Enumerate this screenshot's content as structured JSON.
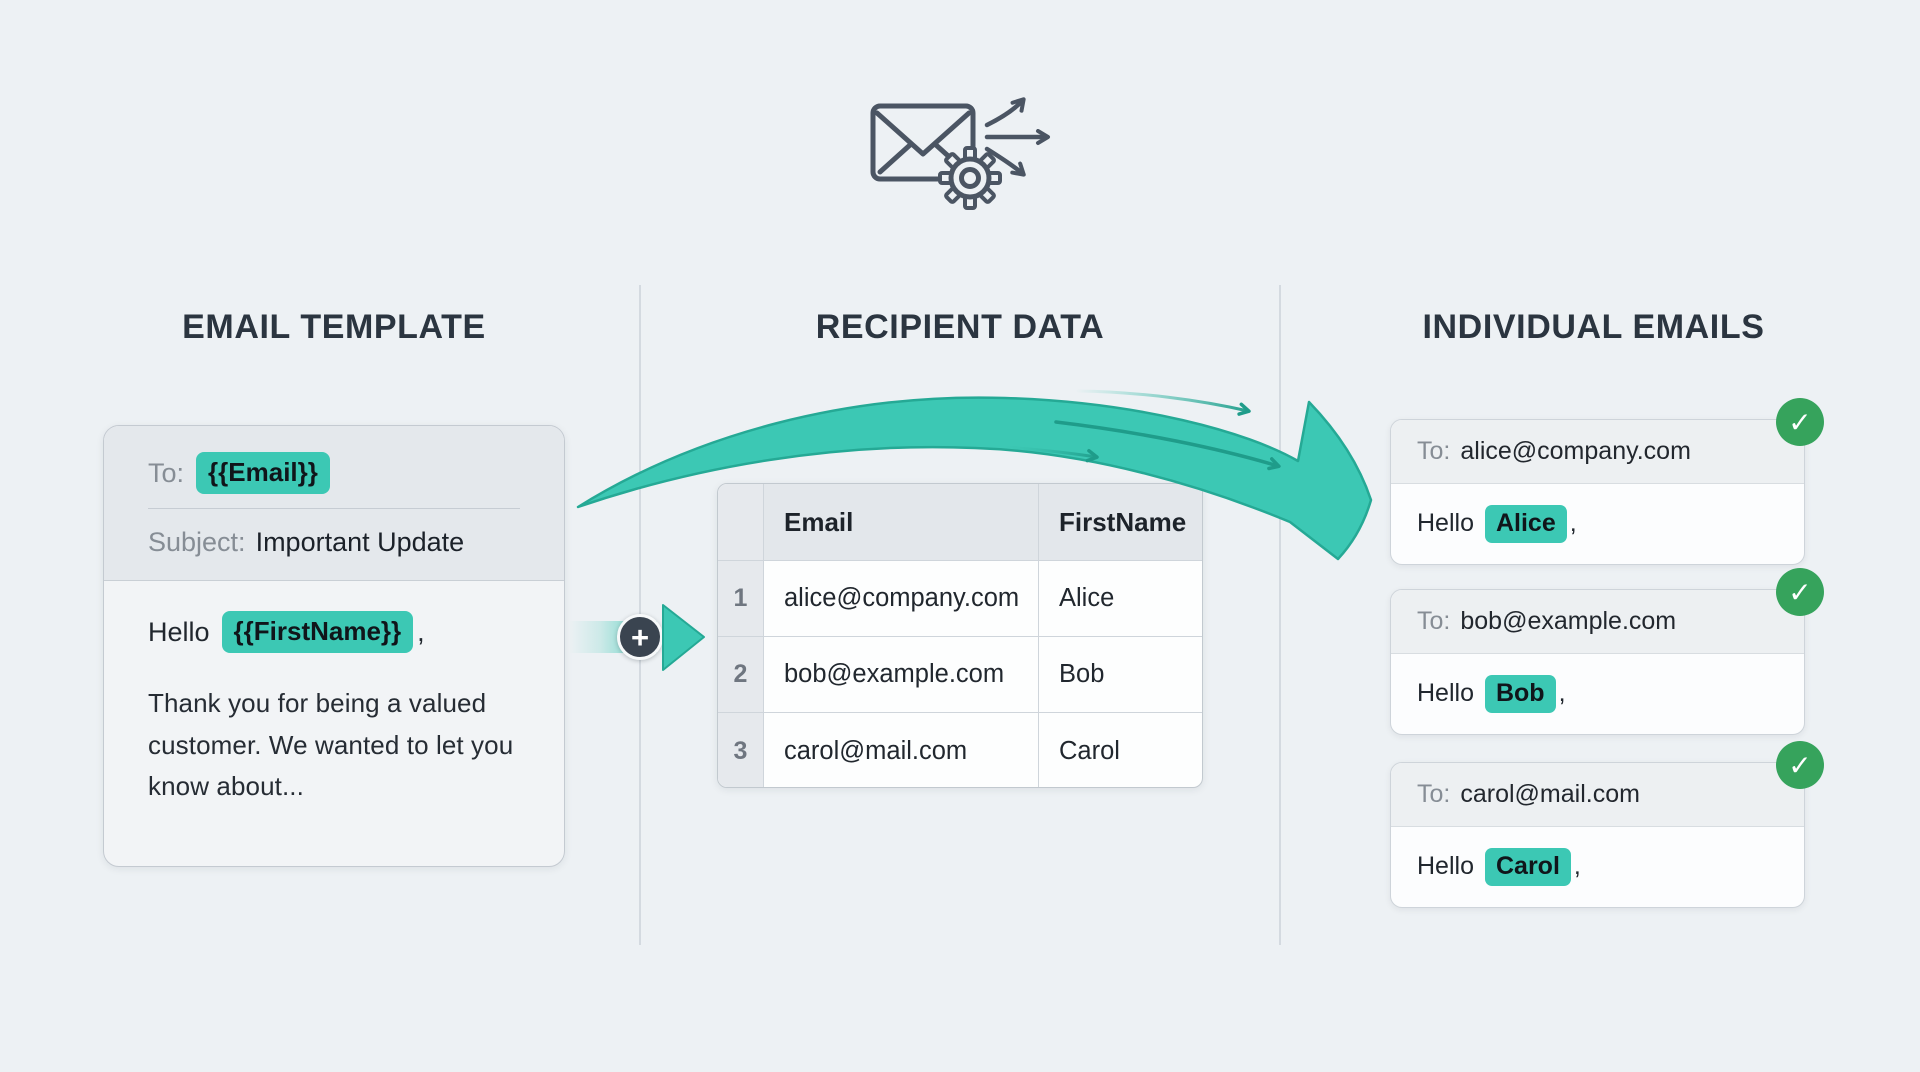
{
  "colors": {
    "background": "#edf1f4",
    "accent_teal": "#3cc8b4",
    "teal_edge": "#25a995",
    "teal_deep": "#1f9c8a",
    "heading_text": "#2b3540",
    "body_text": "#21272e",
    "muted_text": "#868d95",
    "icon_slate": "#4b5563",
    "success_green": "#36a35c",
    "plus_circle": "#3a4450"
  },
  "icons": {
    "hero": "envelope-gear-fanout-icon",
    "plus": "+",
    "check": "✓"
  },
  "sections": {
    "template": {
      "heading": "EMAIL TEMPLATE",
      "card": {
        "to_label": "To:",
        "to_value": "{{Email}}",
        "subject_label": "Subject:",
        "subject_value": "Important Update",
        "greeting_prefix": "Hello",
        "greeting_variable": "{{FirstName}}",
        "greeting_suffix": ",",
        "body": "Thank you for being a valued customer. We wanted to let you know about..."
      }
    },
    "recipients": {
      "heading": "RECIPIENT DATA",
      "table": {
        "columns": [
          "Email",
          "FirstName"
        ],
        "rows": [
          {
            "num": "1",
            "email": "alice@company.com",
            "first_name": "Alice"
          },
          {
            "num": "2",
            "email": "bob@example.com",
            "first_name": "Bob"
          },
          {
            "num": "3",
            "email": "carol@mail.com",
            "first_name": "Carol"
          }
        ]
      }
    },
    "output": {
      "heading": "INDIVIDUAL EMAILS",
      "emails": [
        {
          "to_label": "To:",
          "to": "alice@company.com",
          "greeting_prefix": "Hello",
          "name": "Alice",
          "greeting_suffix": ","
        },
        {
          "to_label": "To:",
          "to": "bob@example.com",
          "greeting_prefix": "Hello",
          "name": "Bob",
          "greeting_suffix": ","
        },
        {
          "to_label": "To:",
          "to": "carol@mail.com",
          "greeting_prefix": "Hello",
          "name": "Carol",
          "greeting_suffix": ","
        }
      ]
    }
  }
}
